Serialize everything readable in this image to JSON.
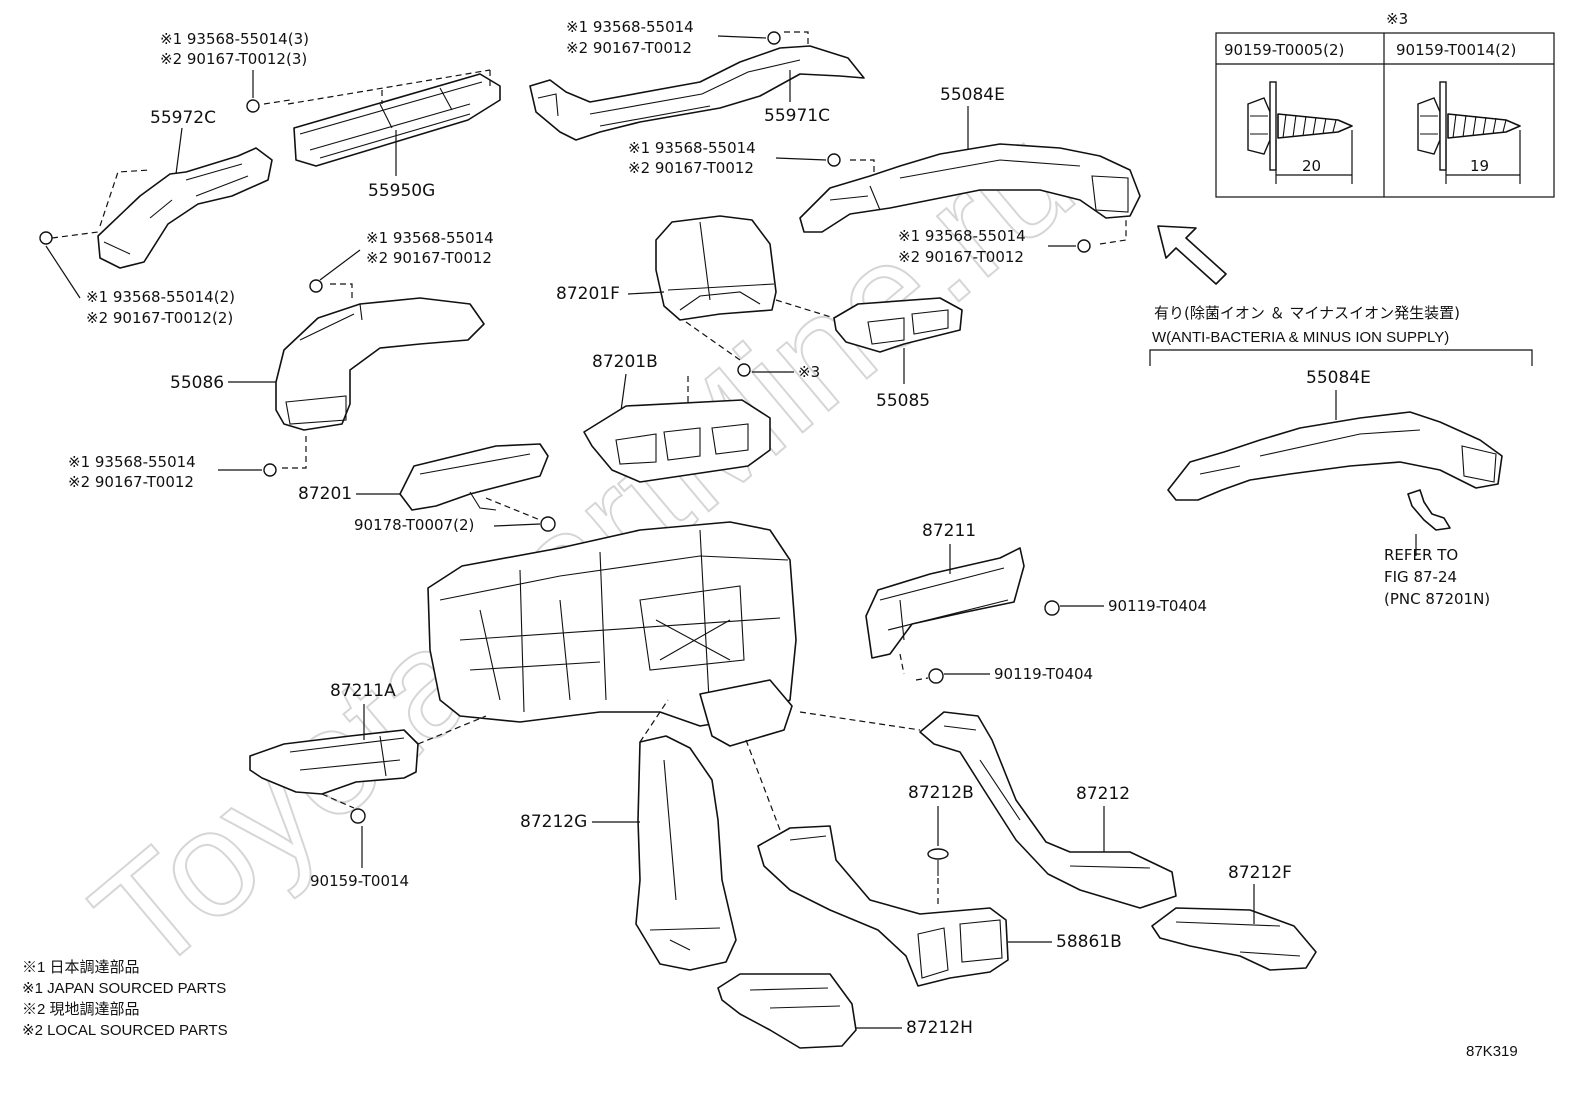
{
  "watermark": "ToyotaPartMine.ru",
  "diagram_code": "87K319",
  "screw_box": {
    "header_mark": "※3",
    "col1_label": "90159-T0005(2)",
    "col2_label": "90159-T0014(2)",
    "col1_length": "20",
    "col2_length": "19"
  },
  "option_note": {
    "japanese": "有り(除菌イオン ＆ マイナスイオン発生装置)",
    "english": "W(ANTI-BACTERIA & MINUS ION SUPPLY)"
  },
  "refer_note": [
    "REFER TO",
    "FIG 87-24",
    "(PNC 87201N)"
  ],
  "footnotes": [
    "※1 日本調達部品",
    "※1 JAPAN SOURCED PARTS",
    "※2 現地調達部品",
    "※2 LOCAL SOURCED PARTS"
  ],
  "fastener_refs": {
    "top_left_1": "※1 93568-55014(3)",
    "top_left_2": "※2 90167-T0012(3)",
    "top_mid_1": "※1 93568-55014",
    "top_mid_2": "※2 90167-T0012",
    "mid_1": "※1 93568-55014",
    "mid_2": "※2 90167-T0012",
    "right_1": "※1 93568-55014",
    "right_2": "※2 90167-T0012",
    "left_1": "※1 93568-55014(2)",
    "left_2": "※2 90167-T0012(2)",
    "duct55086_1": "※1 93568-55014",
    "duct55086_2": "※2 90167-T0012",
    "lower_1": "※1 93568-55014",
    "lower_2": "※2 90167-T0012",
    "ref3": "※3"
  },
  "part_labels": {
    "p55972C": "55972C",
    "p55950G": "55950G",
    "p55971C": "55971C",
    "p55084E": "55084E",
    "p55084E_opt": "55084E",
    "p55086": "55086",
    "p87201F": "87201F",
    "p87201B": "87201B",
    "p55085": "55085",
    "p87201": "87201",
    "p90178": "90178-T0007(2)",
    "p87211": "87211",
    "p90119a": "90119-T0404",
    "p90119b": "90119-T0404",
    "p87211A": "87211A",
    "p90159": "90159-T0014",
    "p87212G": "87212G",
    "p87212B": "87212B",
    "p87212": "87212",
    "p87212F": "87212F",
    "p58861B": "58861B",
    "p87212H": "87212H"
  }
}
